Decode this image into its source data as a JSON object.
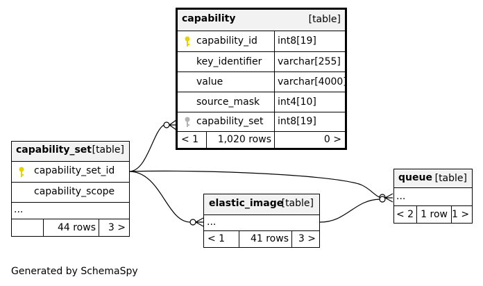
{
  "tables": {
    "capability": {
      "name": "capability",
      "kind": "[table]",
      "columns": [
        {
          "name": "capability_id",
          "type": "int8[19]",
          "key": "primary"
        },
        {
          "name": "key_identifier",
          "type": "varchar[255]",
          "key": "none"
        },
        {
          "name": "value",
          "type": "varchar[4000]",
          "key": "none"
        },
        {
          "name": "source_mask",
          "type": "int4[10]",
          "key": "none"
        },
        {
          "name": "capability_set",
          "type": "int8[19]",
          "key": "foreign"
        }
      ],
      "footer": {
        "parents": "< 1",
        "rows": "1,020 rows",
        "children": "0 >"
      }
    },
    "capability_set": {
      "name": "capability_set",
      "kind": "[table]",
      "columns": [
        {
          "name": "capability_set_id",
          "key": "primary"
        },
        {
          "name": "capability_scope",
          "key": "none"
        },
        {
          "name": "...",
          "key": "none"
        }
      ],
      "footer": {
        "parents": "",
        "rows": "44 rows",
        "children": "3 >"
      }
    },
    "elastic_image": {
      "name": "elastic_image",
      "kind": "[table]",
      "columns": [
        {
          "name": "...",
          "key": "none"
        }
      ],
      "footer": {
        "parents": "< 1",
        "rows": "41 rows",
        "children": "3 >"
      }
    },
    "queue": {
      "name": "queue",
      "kind": "[table]",
      "columns": [
        {
          "name": "...",
          "key": "none"
        }
      ],
      "footer": {
        "parents": "< 2",
        "rows": "1 row",
        "children": "1 >"
      }
    }
  },
  "relationships": [
    {
      "from": "capability_set",
      "to": "capability"
    },
    {
      "from": "capability_set",
      "to": "elastic_image"
    },
    {
      "from": "capability_set",
      "to": "queue"
    },
    {
      "from": "elastic_image",
      "to": "queue"
    }
  ],
  "colors": {
    "primary_key": "#e6d200",
    "foreign_key": "#b3b3b3",
    "header_bg": "#f2f2f2"
  },
  "footer_text": "Generated by SchemaSpy"
}
